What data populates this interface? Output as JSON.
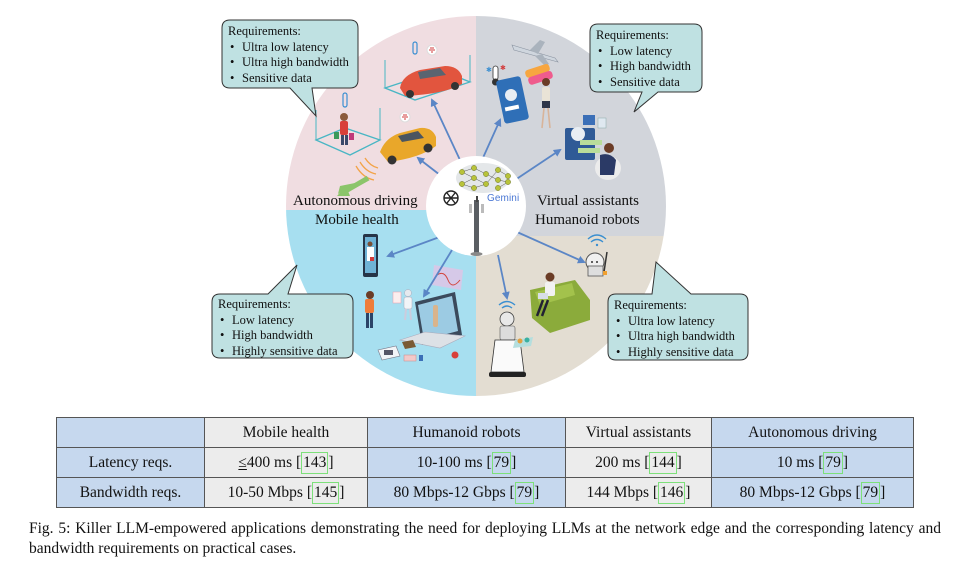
{
  "figure": {
    "center": {
      "gemini_label": "Gemini",
      "icons": [
        "neural-network-icon",
        "openai-logo-icon",
        "cell-tower-icon"
      ]
    },
    "quadrants": [
      {
        "id": "autonomous-driving",
        "label": "Autonomous driving",
        "color": "#f0dde1",
        "illustrations": [
          "red-car",
          "yellow-car",
          "pedestrian-with-bags",
          "wifi-signs"
        ],
        "requirements": {
          "title": "Requirements:",
          "items": [
            "Ultra low latency",
            "Ultra high bandwidth",
            "Sensitive data"
          ]
        }
      },
      {
        "id": "virtual-assistants",
        "label": "Virtual assistants",
        "color": "#d2d5db",
        "illustrations": [
          "airplane",
          "thermometer",
          "phone-assistant",
          "woman",
          "desktop-assistant",
          "woman-at-computer"
        ],
        "requirements": {
          "title": "Requirements:",
          "items": [
            "Low latency",
            "High bandwidth",
            "Sensitive data"
          ]
        }
      },
      {
        "id": "mobile-health",
        "label": "Mobile health",
        "color": "#a7dff0",
        "illustrations": [
          "doctor-in-tablet",
          "patient",
          "medical-robot",
          "laptop",
          "blood-pressure-monitor",
          "pills"
        ],
        "requirements": {
          "title": "Requirements:",
          "items": [
            "Low latency",
            "High bandwidth",
            "Highly sensitive data"
          ]
        }
      },
      {
        "id": "humanoid-robots",
        "label": "Humanoid robots",
        "color": "#e3ddd2",
        "illustrations": [
          "cleaning-robot",
          "man-on-sofa",
          "serving-robot"
        ],
        "requirements": {
          "title": "Requirements:",
          "items": [
            "Ultra low latency",
            "Ultra high bandwidth",
            "Highly sensitive data"
          ]
        }
      }
    ],
    "callout_color": "#bfe1e2",
    "arrow_color": "#5b86c6"
  },
  "table": {
    "header": [
      "",
      "Mobile health",
      "Humanoid robots",
      "Virtual assistants",
      "Autonomous driving"
    ],
    "rows": [
      {
        "label": "Latency reqs.",
        "cells": [
          {
            "prefix": "≤",
            "value": "400 ms",
            "ref": "143"
          },
          {
            "prefix": "",
            "value": "10-100 ms",
            "ref": "79"
          },
          {
            "prefix": "",
            "value": "200 ms",
            "ref": "144"
          },
          {
            "prefix": "",
            "value": "10 ms",
            "ref": "79"
          }
        ]
      },
      {
        "label": "Bandwidth reqs.",
        "cells": [
          {
            "prefix": "",
            "value": "10-50 Mbps",
            "ref": "145"
          },
          {
            "prefix": "",
            "value": "80 Mbps-12 Gbps",
            "ref": "79"
          },
          {
            "prefix": "",
            "value": "144 Mbps",
            "ref": "146"
          },
          {
            "prefix": "",
            "value": "80 Mbps-12 Gbps",
            "ref": "79"
          }
        ]
      }
    ]
  },
  "caption": "Fig. 5: Killer LLM-empowered applications demonstrating the need for deploying LLMs at the network edge and the corresponding latency and bandwidth requirements on practical cases."
}
